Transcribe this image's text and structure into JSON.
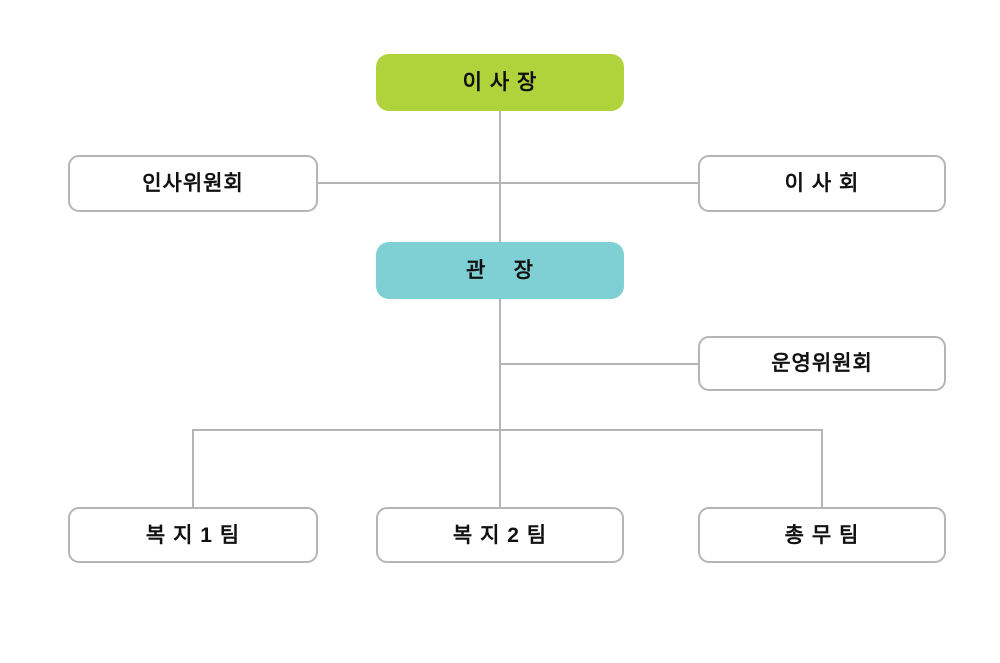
{
  "diagram": {
    "type": "org-chart",
    "colors": {
      "accent_green": "#b0d23b",
      "accent_teal": "#7fd0d4",
      "line_gray": "#b5b5b5",
      "text_black": "#111111",
      "background": "#ffffff"
    },
    "nodes": {
      "chairman": {
        "label": "이 사 장",
        "fill": "#b0d23b"
      },
      "personnel_committee": {
        "label": "인사위원회",
        "fill": "#ffffff"
      },
      "board_of_directors": {
        "label": "이 사 회",
        "fill": "#ffffff"
      },
      "director": {
        "label": "관    장",
        "fill": "#7fd0d4"
      },
      "steering_committee": {
        "label": "운영위원회",
        "fill": "#ffffff"
      },
      "welfare_team_1": {
        "label": "복 지 1 팀",
        "fill": "#ffffff"
      },
      "welfare_team_2": {
        "label": "복 지 2 팀",
        "fill": "#ffffff"
      },
      "general_affairs_team": {
        "label": "총 무 팀",
        "fill": "#ffffff"
      }
    },
    "edges": [
      "chairman-director",
      "personnel_committee-board_of_directors",
      "director-steering_committee",
      "director-welfare_team_1",
      "director-welfare_team_2",
      "director-general_affairs_team"
    ]
  }
}
